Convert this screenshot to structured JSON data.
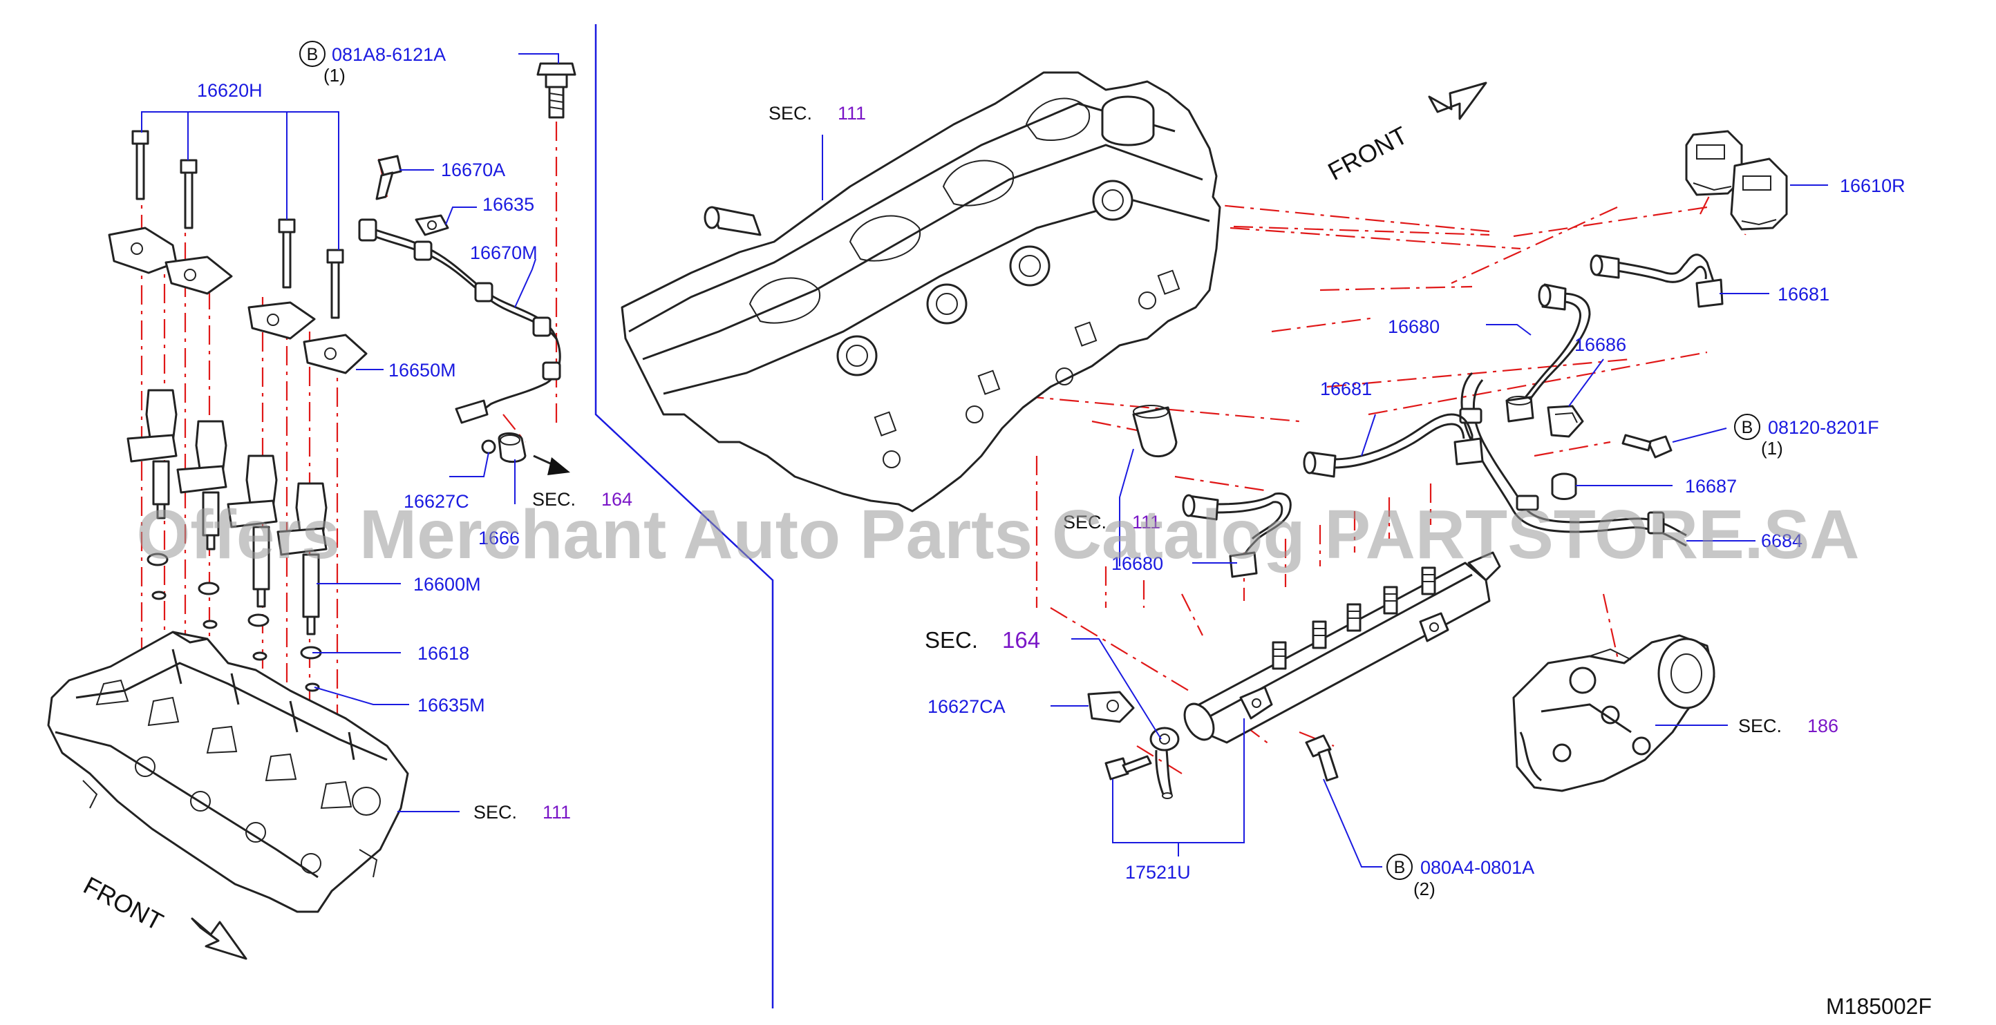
{
  "diagram": {
    "code": "M185002F",
    "watermark": "Offers Merchant Auto Parts Catalog PARTSTORE.SA",
    "front_left": "FRONT",
    "front_right": "FRONT",
    "bolt_marker": "B",
    "section_prefix": "SEC.",
    "labels": {
      "b081a8": "081A8-6121A",
      "b081a8_qty": "(1)",
      "p16620H": "16620H",
      "p16670A": "16670A",
      "p16635": "16635",
      "p16670M": "16670M",
      "p16650M": "16650M",
      "p16627C": "16627C",
      "p1666x": "1666",
      "p16600M": "16600M",
      "p16618": "16618",
      "p16635M": "16635M",
      "p16610R": "16610R",
      "p16681a": "16681",
      "p16680a": "16680",
      "p16686": "16686",
      "p16681b": "16681",
      "b08120": "08120-8201F",
      "b08120_qty": "(1)",
      "p16687": "16687",
      "p16680b": "16680",
      "p6684": "6684",
      "p16627CA": "16627CA",
      "p17521U": "17521U",
      "b080a4": "080A4-0801A",
      "b080a4_qty": "(2)"
    },
    "sections": {
      "s164_left": "164",
      "s111_left": "111",
      "s111_top": "111",
      "s111_mid": "111",
      "s164_mid": "164",
      "s186": "186"
    },
    "colors": {
      "label_blue": "#1a1ae0",
      "section_purple": "#7a16c7",
      "phantom_red": "#e01818"
    }
  }
}
